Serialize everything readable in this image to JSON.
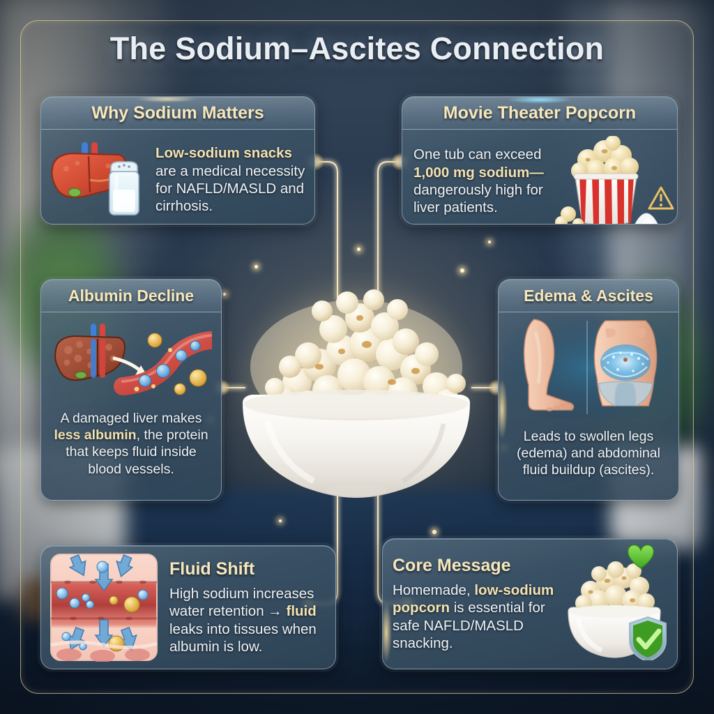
{
  "page": {
    "title": "The Sodium–Ascites Connection",
    "frame_color": "#e2ce9e",
    "background": "blurred living room, navy blue tones",
    "center": {
      "name": "popcorn-bowl",
      "description": "white ceramic bowl filled with popped popcorn, golden glow"
    }
  },
  "cards": [
    {
      "id": "sodium",
      "title": "Why Sodium Matters",
      "icon": "liver-and-salt-shaker",
      "text_parts": [
        {
          "text": "Low-sodium snacks",
          "bold": true
        },
        {
          "text": " are a medical necessity for NAFLD/MASLD and cirrhosis.",
          "bold": false
        }
      ],
      "plain_text": "Low-sodium snacks are a medical necessity for NAFLD/MASLD and cirrhosis."
    },
    {
      "id": "popcorn",
      "title": "Movie Theater Popcorn",
      "icon": "popcorn-tub-salt-pile-warning",
      "text_parts": [
        {
          "text": "One tub can exceed ",
          "bold": false
        },
        {
          "text": "1,000 mg sodium—",
          "bold": true
        },
        {
          "text": "dangerously high for liver patients.",
          "bold": false
        }
      ],
      "plain_text": "One tub can exceed 1,000 mg sodium—dangerously high for liver patients."
    },
    {
      "id": "albumin",
      "title": "Albumin Decline",
      "icon": "cirrhotic-liver-to-blood-vessel",
      "text_parts": [
        {
          "text": "A damaged liver makes ",
          "bold": false
        },
        {
          "text": "less albumin",
          "bold": true
        },
        {
          "text": ", the protein that keeps fluid inside blood vessels.",
          "bold": false
        }
      ],
      "plain_text": "A damaged liver makes less albumin, the protein that keeps fluid inside blood vessels."
    },
    {
      "id": "edema",
      "title": "Edema & Ascites",
      "icon": "swollen-leg-and-fluid-filled-abdomen",
      "text_parts": [
        {
          "text": "Leads to swollen legs (edema) and abdominal fluid buildup (ascites).",
          "bold": false
        }
      ],
      "plain_text": "Leads to swollen legs (edema) and abdominal fluid buildup (ascites)."
    },
    {
      "id": "fluid",
      "title": "Fluid Shift",
      "icon": "capillary-fluid-leak-arrows",
      "text_parts": [
        {
          "text": "High sodium increases water retention → ",
          "bold": false
        },
        {
          "text": "fluid",
          "bold": true
        },
        {
          "text": " leaks into tissues when albumin is low.",
          "bold": false
        }
      ],
      "plain_text": "High sodium increases water retention → fluid leaks into tissues when albumin is low."
    },
    {
      "id": "core",
      "title": "Core Message",
      "icon": "popcorn-bowl-heart-shield",
      "text_parts": [
        {
          "text": "Homemade, ",
          "bold": false
        },
        {
          "text": "low-sodium popcorn",
          "bold": true
        },
        {
          "text": " is essential for safe NAFLD/MASLD snacking.",
          "bold": false
        }
      ],
      "plain_text": "Homemade, low-sodium popcorn is essential for safe NAFLD/MASLD snacking."
    }
  ],
  "colors": {
    "title_text": "#e9eef4",
    "card_title": "#f6e7bc",
    "card_body_text": "#eef3f8",
    "highlight_text": "#f3e2b2",
    "connector_glow": "#ffe8b4",
    "card_fill": "#3e5568",
    "frame": "#e2ce9e",
    "accent_cyan": "#96e1ff",
    "heart_green": "#5ec63a"
  },
  "connectors": {
    "count": 6,
    "style": "glowing cream lines with rounded corners and glow nodes radiating from centre bowl"
  }
}
